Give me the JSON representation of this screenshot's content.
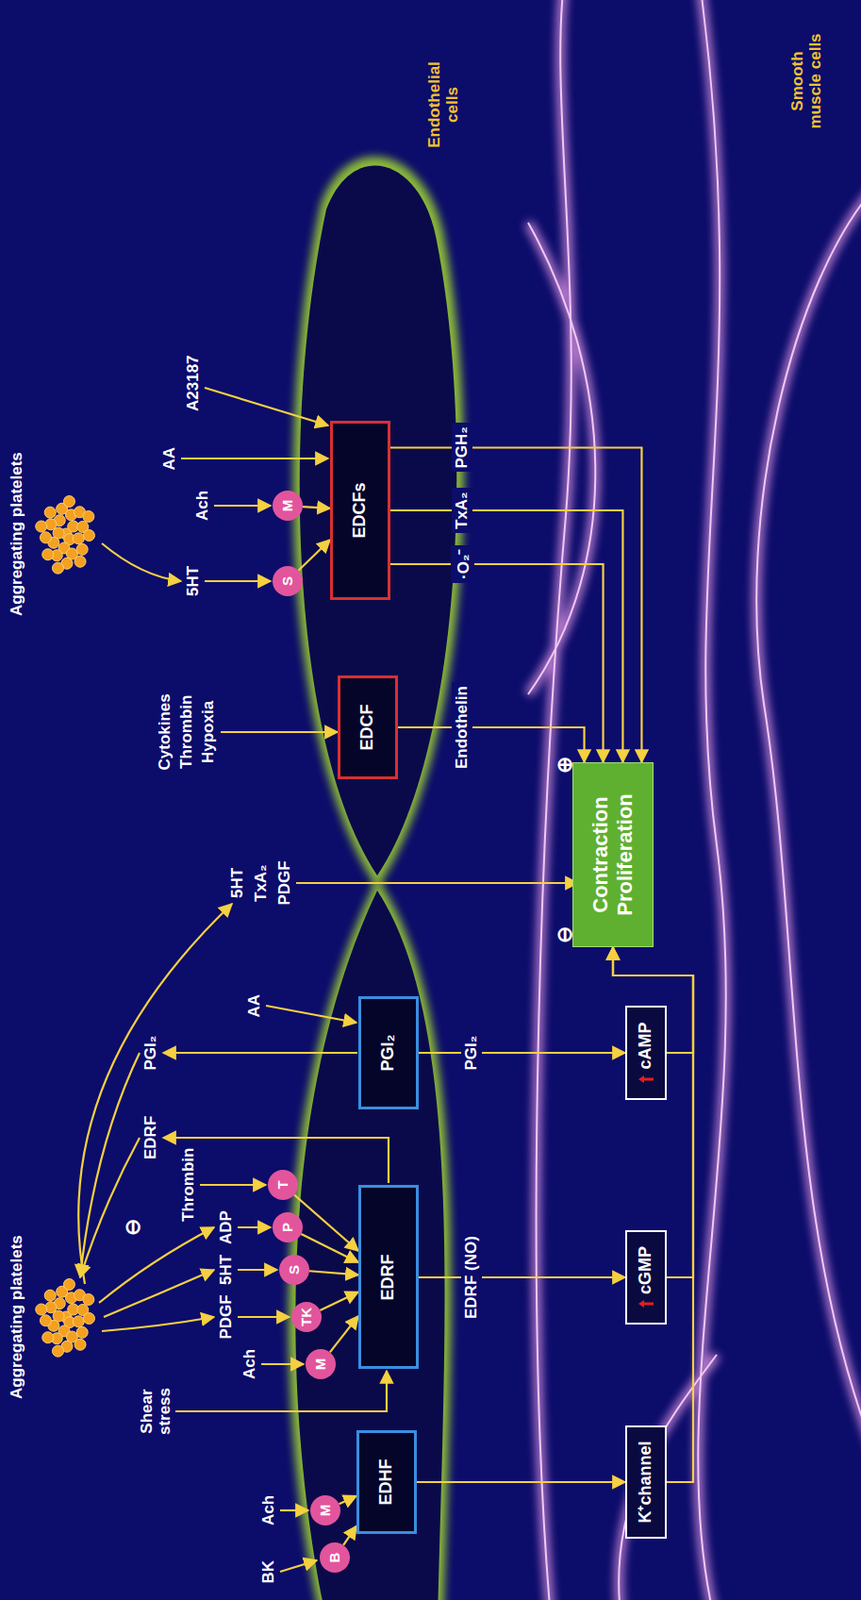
{
  "diagram": {
    "nodes": [
      {
        "text": [
          "EDHF"
        ]
      },
      {
        "text": [
          "EDRF"
        ]
      },
      {
        "text": [
          "PGI₂"
        ]
      },
      {
        "text": [
          "EDCF"
        ]
      },
      {
        "text": [
          "EDCFs"
        ]
      },
      {
        "text": [
          "K⁺channel"
        ]
      },
      {
        "text": [
          "cGMP"
        ]
      },
      {
        "text": [
          "cAMP"
        ]
      },
      {
        "text": [
          "Contraction Proliferation"
        ]
      },
      {
        "text": [
          "B"
        ]
      },
      {
        "text": [
          "M"
        ]
      },
      {
        "text": [
          "M"
        ]
      },
      {
        "text": [
          "TK"
        ]
      },
      {
        "text": [
          "S"
        ]
      },
      {
        "text": [
          "P"
        ]
      },
      {
        "text": [
          "T"
        ]
      },
      {
        "text": [
          "S"
        ]
      },
      {
        "text": [
          "M"
        ]
      }
    ],
    "edges": [
      {
        "from": 9,
        "to": 0,
        "arrow": "to"
      },
      {
        "from": 10,
        "to": 0,
        "arrow": "to"
      },
      {
        "from": 11,
        "to": 1,
        "arrow": "to"
      },
      {
        "from": 12,
        "to": 1,
        "arrow": "to"
      },
      {
        "from": 13,
        "to": 1,
        "arrow": "to"
      },
      {
        "from": 14,
        "to": 1,
        "arrow": "to"
      },
      {
        "from": 15,
        "to": 1,
        "arrow": "to"
      },
      {
        "from": 16,
        "to": 4,
        "arrow": "to"
      },
      {
        "from": 17,
        "to": 4,
        "arrow": "to"
      },
      {
        "from": 0,
        "to": 5,
        "arrow": "to"
      },
      {
        "from": 1,
        "to": 6,
        "label": "EDRF (NO)",
        "arrow": "to"
      },
      {
        "from": 2,
        "to": 7,
        "label": "PGI₂",
        "arrow": "to"
      },
      {
        "from": 5,
        "to": 8,
        "arrow": "to"
      },
      {
        "from": 6,
        "to": 8,
        "arrow": "to"
      },
      {
        "from": 7,
        "to": 8,
        "arrow": "to"
      },
      {
        "from": 3,
        "to": 8,
        "label": "Endothelin",
        "arrow": "to"
      },
      {
        "from": 4,
        "to": 8,
        "label": "·O₂⁻",
        "arrow": "to"
      },
      {
        "from": 4,
        "to": 8,
        "label": "TxA₂",
        "arrow": "to"
      },
      {
        "from": 4,
        "to": 8,
        "label": "PGH₂",
        "arrow": "to"
      }
    ],
    "labels": [
      "Aggregating platelets",
      "Shear stress",
      "Ach",
      "BK",
      "Ach",
      "PDGF",
      "5HT",
      "ADP",
      "Thrombin",
      "EDRF",
      "PGI₂",
      "AA",
      "5HT",
      "TxA₂",
      "PDGF",
      "⊖",
      "Aggregating platelets",
      "Cytokines",
      "Thrombin",
      "Hypoxia",
      "5HT",
      "Ach",
      "AA",
      "A23187",
      "Endothelial cells",
      "Smooth muscle cells",
      "⊖",
      "⊕"
    ]
  }
}
